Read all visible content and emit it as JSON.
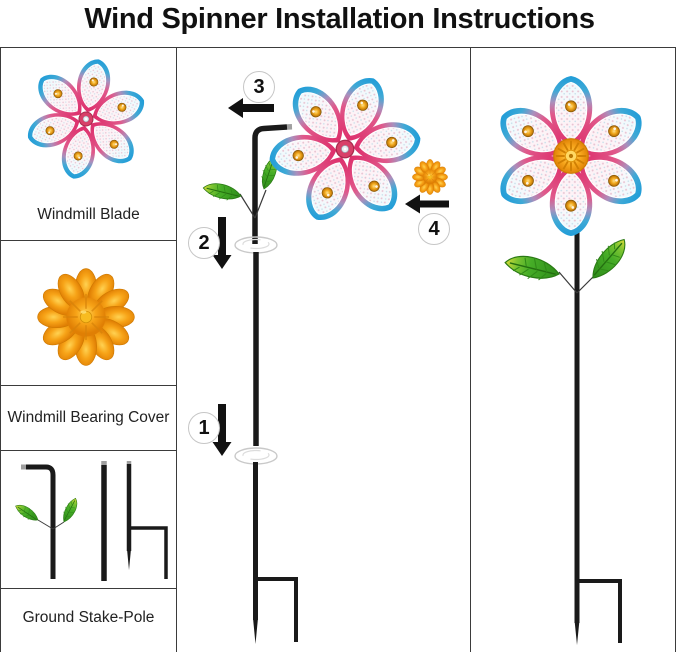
{
  "title": "Wind Spinner Installation Instructions",
  "parts_list": {
    "blade_label": "Windmill Blade",
    "bearing_cover_label": "Windmill Bearing Cover",
    "stake_pole_label": "Ground Stake-Pole"
  },
  "assembly": {
    "steps": [
      {
        "number": "1"
      },
      {
        "number": "2"
      },
      {
        "number": "3"
      },
      {
        "number": "4"
      }
    ]
  },
  "figures": {
    "left_panel": [
      "windmill-blade-illustration",
      "bearing-cover-illustration",
      "ground-stake-pole-illustration"
    ],
    "middle_panel": "assembly-step-diagram",
    "right_panel": "assembled-wind-spinner-illustration"
  },
  "colors": {
    "petal_pink": "#e0356f",
    "petal_blue": "#27a3d8",
    "gem_amber": "#eda31a",
    "cover_orange": "#f6a317",
    "leaf_green": "#3f9e26",
    "pole_black": "#1a1a1a",
    "border": "#3b3b3b",
    "badge_outline": "#c6c6c6",
    "text": "#222222"
  }
}
